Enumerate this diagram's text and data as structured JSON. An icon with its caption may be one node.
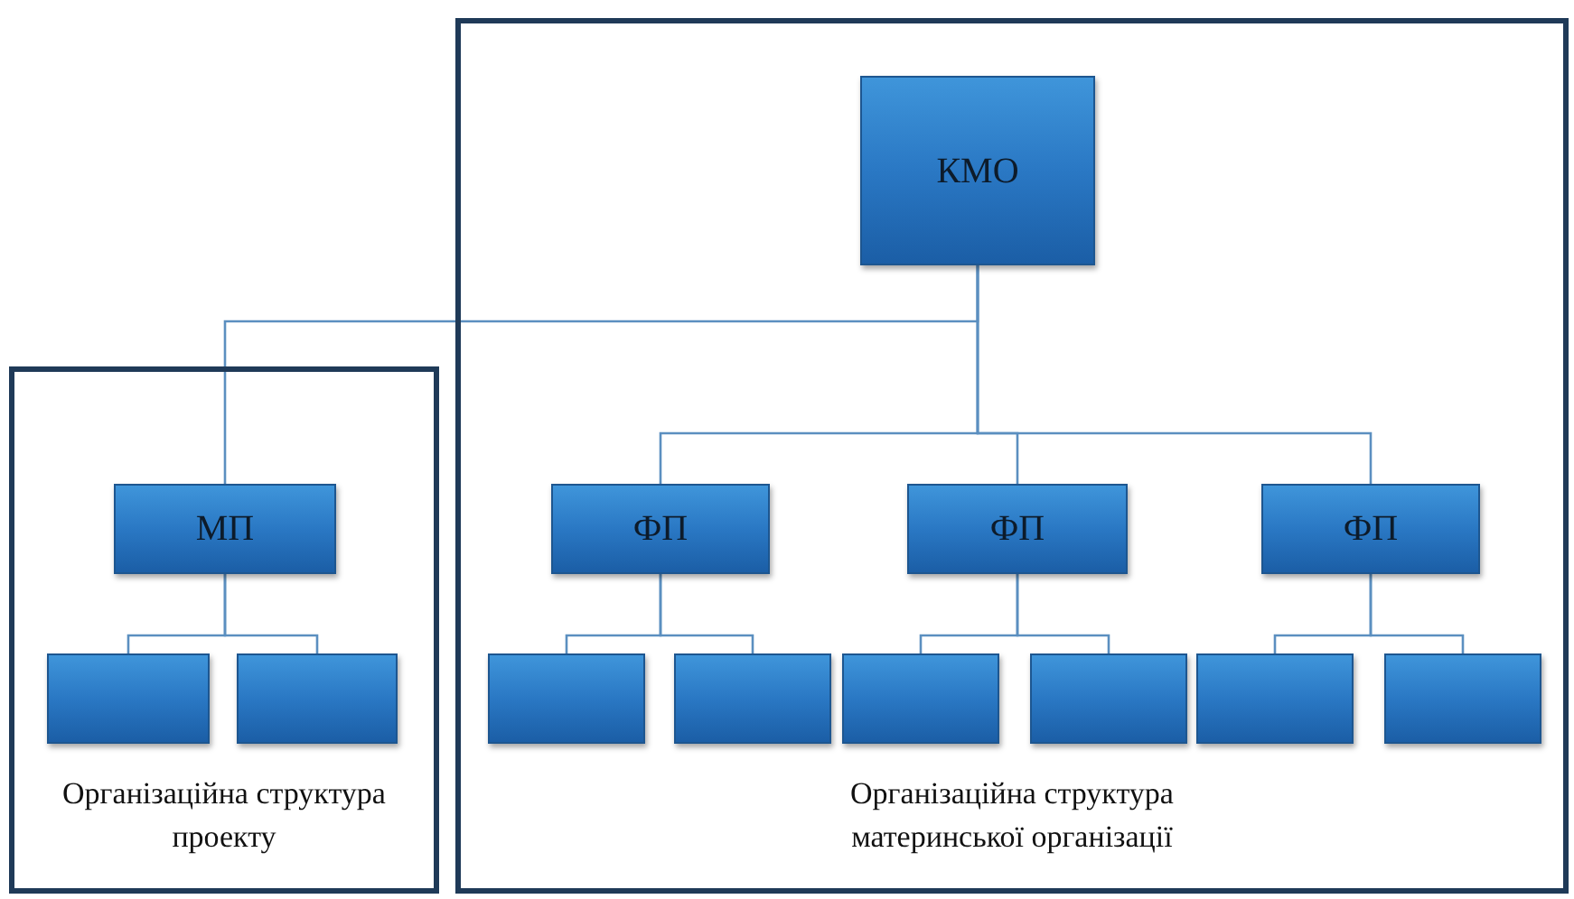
{
  "diagram": {
    "nodes": [
      {
        "text": [
          "Організаційна структура проекту"
        ]
      },
      {
        "text": [
          "Організаційна структура материнської організації"
        ]
      },
      {
        "text": [
          "КМО"
        ],
        "in": 1
      },
      {
        "text": [
          "МП"
        ],
        "in": 0
      },
      {
        "text": [],
        "shape": "box",
        "in": 0
      },
      {
        "text": [],
        "shape": "box",
        "in": 0
      },
      {
        "text": [
          "ФП"
        ],
        "in": 1
      },
      {
        "text": [
          "ФП"
        ],
        "in": 1
      },
      {
        "text": [
          "ФП"
        ],
        "in": 1
      },
      {
        "text": [],
        "shape": "box",
        "in": 1
      },
      {
        "text": [],
        "shape": "box",
        "in": 1
      },
      {
        "text": [],
        "shape": "box",
        "in": 1
      },
      {
        "text": [],
        "shape": "box",
        "in": 1
      },
      {
        "text": [],
        "shape": "box",
        "in": 1
      },
      {
        "text": [],
        "shape": "box",
        "in": 1
      }
    ],
    "edges": [
      {
        "from": 2,
        "to": 3,
        "arrow": "none"
      },
      {
        "from": 2,
        "to": 6,
        "arrow": "none"
      },
      {
        "from": 2,
        "to": 7,
        "arrow": "none"
      },
      {
        "from": 2,
        "to": 8,
        "arrow": "none"
      },
      {
        "from": 3,
        "to": 4,
        "arrow": "none"
      },
      {
        "from": 3,
        "to": 5,
        "arrow": "none"
      },
      {
        "from": 6,
        "to": 9,
        "arrow": "none"
      },
      {
        "from": 6,
        "to": 10,
        "arrow": "none"
      },
      {
        "from": 7,
        "to": 11,
        "arrow": "none"
      },
      {
        "from": 7,
        "to": 12,
        "arrow": "none"
      },
      {
        "from": 8,
        "to": 13,
        "arrow": "none"
      },
      {
        "from": 8,
        "to": 14,
        "arrow": "none"
      }
    ]
  }
}
